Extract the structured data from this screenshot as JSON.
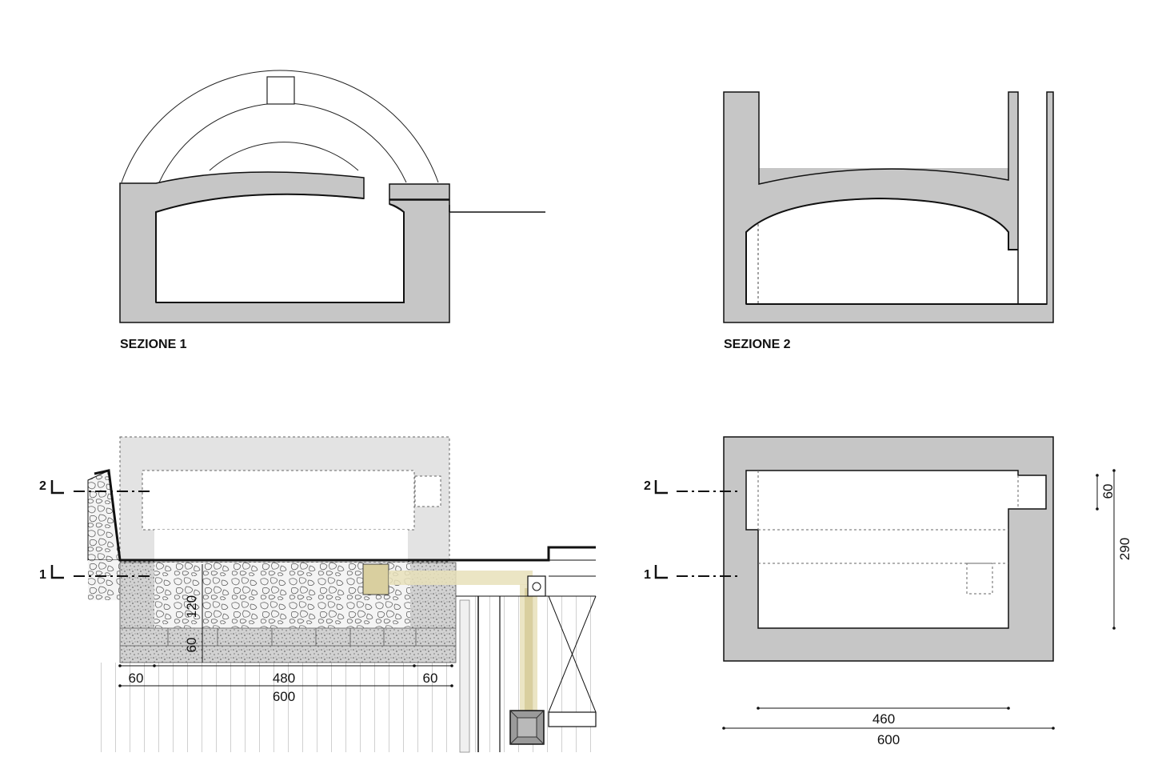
{
  "sections": {
    "sezione_1": "SEZIONE 1",
    "sezione_2": "SEZIONE 2"
  },
  "plan_left": {
    "cut_2": "2",
    "cut_1": "1",
    "dims": {
      "h_120": "120",
      "h_60": "60",
      "w_60_left": "60",
      "w_480": "480",
      "w_60_right": "60",
      "w_600": "600"
    }
  },
  "plan_right": {
    "cut_2": "2",
    "cut_1": "1",
    "dims": {
      "v_60": "60",
      "v_290": "290",
      "w_460": "460",
      "w_600": "600"
    }
  },
  "colors": {
    "wall_gray": "#c6c6c6",
    "light_gray": "#e3e3e3",
    "ochre": "#d9cf9f",
    "ink": "#111111"
  }
}
